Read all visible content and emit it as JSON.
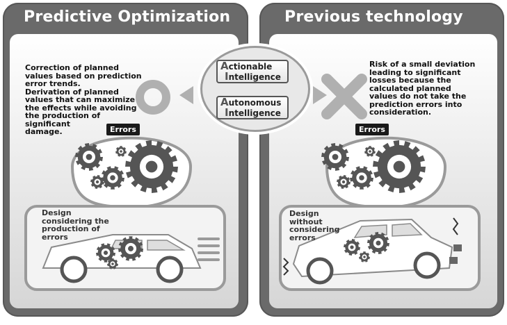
{
  "left": {
    "title": "Predictive Optimization",
    "description": "Correction of planned\nvalues based on prediction\nerror trends.\nDerivation of planned\nvalues that can maximize\nthe effects while avoiding\nthe production of\nsignificant\ndamage.",
    "errors_label": "Errors",
    "car_label": "Design\nconsidering the\nproduction of\nerrors"
  },
  "right": {
    "title": "Previous technology",
    "description": "Risk of a small deviation\nleading to significant\nlosses because the\ncalculated planned\nvalues do not take the\nprediction errors into\nconsideration.",
    "errors_label": "Errors",
    "car_label": "Design\nwithout\nconsidering\nerrors"
  },
  "center": {
    "box1": {
      "first_letter": "A",
      "line1_rest": "ctionable",
      "second_letter": "I",
      "line2_rest": "ntelligence"
    },
    "box2": {
      "first_letter": "A",
      "line1_rest": "utonomous",
      "second_letter": "I",
      "line2_rest": "ntelligence"
    }
  },
  "colors": {
    "panel": "#6a6a6a",
    "gear": "#555555",
    "accent": "#b0b0b0"
  }
}
